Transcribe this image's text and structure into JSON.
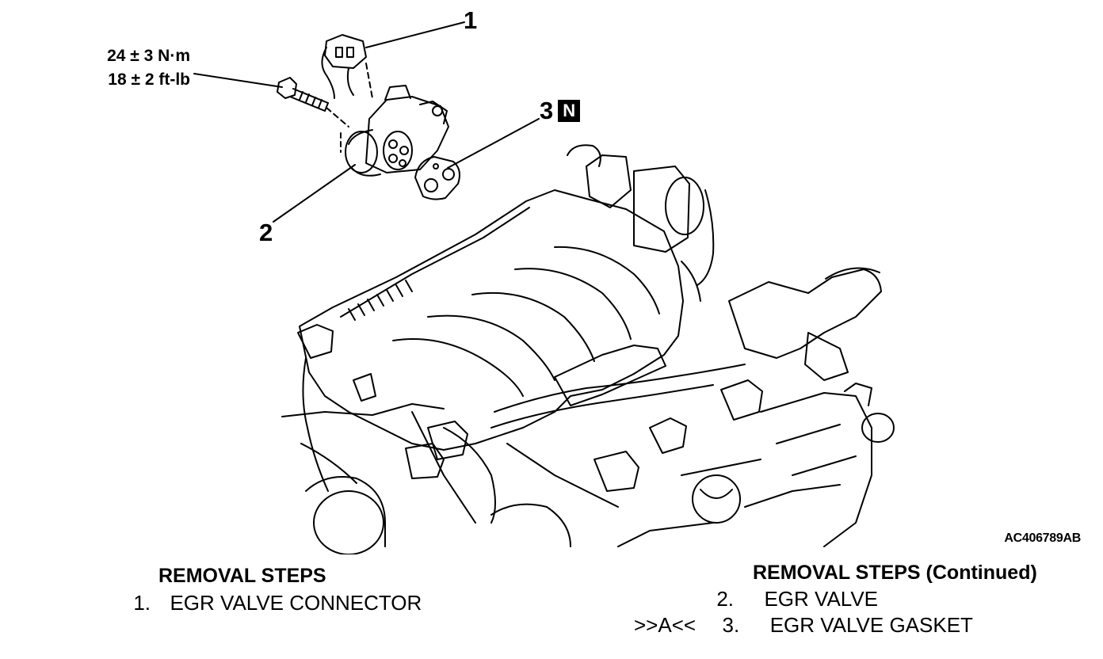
{
  "callouts": {
    "c1": "1",
    "c2": "2",
    "c3": "3",
    "n_badge": "N"
  },
  "torque": {
    "metric": "24 ± 3 N·m",
    "imperial": "18 ± 2 ft-lb"
  },
  "figure_code": "AC406789AB",
  "removal_left": {
    "title": "REMOVAL STEPS",
    "steps": [
      {
        "num": "1.",
        "label": "EGR VALVE CONNECTOR"
      }
    ]
  },
  "removal_right": {
    "title": "REMOVAL STEPS (Continued)",
    "steps": [
      {
        "ref": "",
        "num": "2.",
        "label": "EGR VALVE"
      },
      {
        "ref": ">>A<<",
        "num": "3.",
        "label": "EGR VALVE GASKET"
      }
    ]
  }
}
